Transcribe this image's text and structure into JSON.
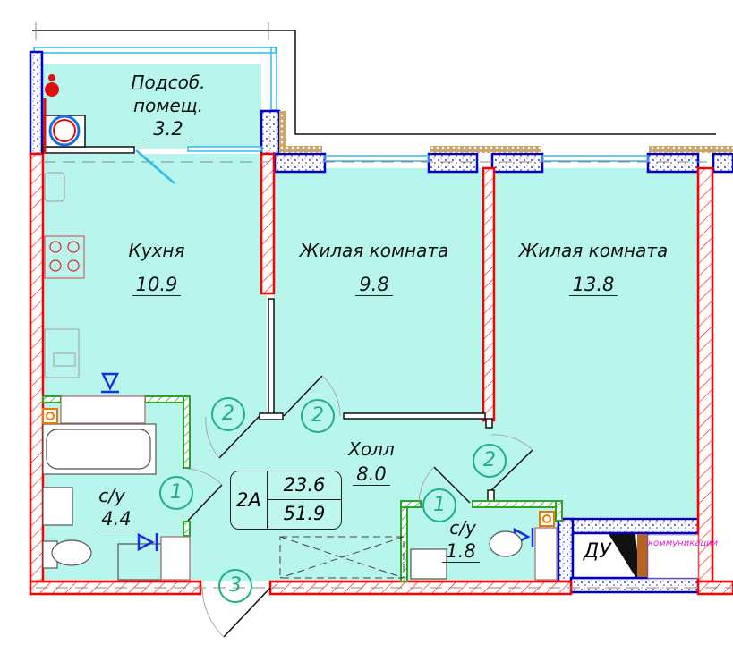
{
  "plan": {
    "title": "Apartment floor plan 2A",
    "apartment": {
      "type": "2А",
      "living_area": "23.6",
      "total_area": "51.9"
    },
    "rooms": [
      {
        "id": "utility",
        "name_line1": "Подсоб.",
        "name_line2": "помещ.",
        "area": "3.2"
      },
      {
        "id": "kitchen",
        "name": "Кухня",
        "area": "10.9"
      },
      {
        "id": "living-room-1",
        "name": "Жилая комната",
        "area": "9.8"
      },
      {
        "id": "living-room-2",
        "name": "Жилая комната",
        "area": "13.8"
      },
      {
        "id": "hall",
        "name": "Холл",
        "area": "8.0"
      },
      {
        "id": "bathroom-1",
        "name": "с/у",
        "area": "4.4"
      },
      {
        "id": "bathroom-2",
        "name": "с/у",
        "area": "1.8"
      }
    ],
    "door_markers": [
      "2",
      "2",
      "2",
      "1",
      "1",
      "3"
    ],
    "shaft_label": "ДУ",
    "comm_label": "коммуникации",
    "colors": {
      "floor": "#b8f5ec",
      "wall_outline": "#ff0000",
      "partition": "#2aa52a",
      "column": "#0000cc",
      "window": "#33bbe8",
      "door_marker": "#1fae8a",
      "brick": "#c9a66b"
    }
  }
}
